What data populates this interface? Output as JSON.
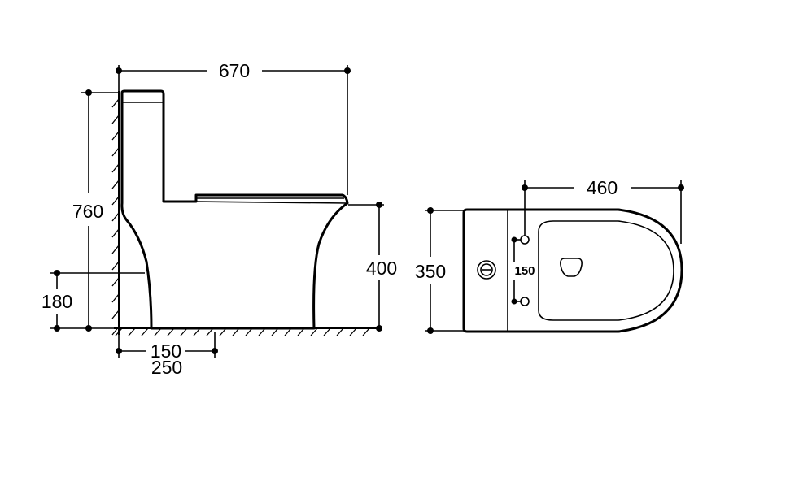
{
  "side_view": {
    "overall_length": "670",
    "overall_height": "760",
    "seat_height": "400",
    "outlet_height": "180",
    "rough_in_150": "150",
    "rough_in_250": "250"
  },
  "top_view": {
    "bowl_length": "460",
    "width": "350",
    "bolt_spacing": "150"
  }
}
